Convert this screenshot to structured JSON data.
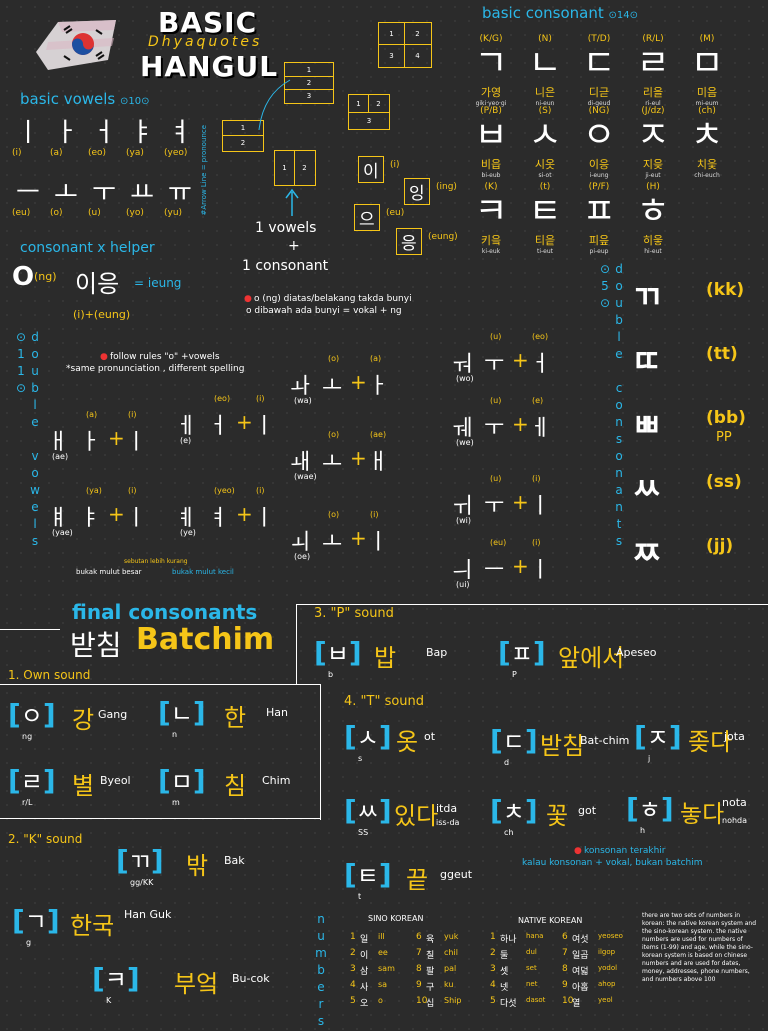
{
  "header": {
    "title_line1": "BASIC",
    "title_line2": "HANGUL",
    "signature": "Dhyaquotes"
  },
  "colors": {
    "accent_blue": "#2bb7e8",
    "accent_yellow": "#f5c518",
    "accent_red": "#e33333",
    "background": "#2b2b2b"
  },
  "icons": [
    "korea-flag-icon",
    "arrow-icon",
    "bullet-dot-icon"
  ],
  "vowels": {
    "title": "basic vowels",
    "count": "⊙10⊙",
    "row1": [
      {
        "j": "ㅣ",
        "r": "(i)"
      },
      {
        "j": "ㅏ",
        "r": "(a)"
      },
      {
        "j": "ㅓ",
        "r": "(eo)"
      },
      {
        "j": "ㅑ",
        "r": "(ya)"
      },
      {
        "j": "ㅕ",
        "r": "(yeo)"
      }
    ],
    "row2": [
      {
        "j": "ㅡ",
        "r": "(eu)"
      },
      {
        "j": "ㅗ",
        "r": "(o)"
      },
      {
        "j": "ㅜ",
        "r": "(u)"
      },
      {
        "j": "ㅛ",
        "r": "(yo)"
      },
      {
        "j": "ㅠ",
        "r": "(yu)"
      }
    ]
  },
  "blocks": {
    "side_note": "#Arrow Line = pronounce",
    "formula_line1": "1 vowels",
    "formula_plus": "+",
    "formula_line2": "1 consonant",
    "nums": [
      "1",
      "2",
      "3",
      "4"
    ],
    "examples": [
      {
        "k": "이",
        "r": "(i)"
      },
      {
        "k": "잉",
        "r": "(ing)"
      },
      {
        "k": "으",
        "r": "(eu)"
      },
      {
        "k": "응",
        "r": "(eung)"
      }
    ]
  },
  "consonants": {
    "title": "basic consonant",
    "count": "⊙14⊙",
    "items": [
      {
        "rom": "(K/G)",
        "j": "ㄱ",
        "ex": "가영",
        "exr": "giki·yeo·gi"
      },
      {
        "rom": "(N)",
        "j": "ㄴ",
        "ex": "니은",
        "exr": "ni-eun"
      },
      {
        "rom": "(T/D)",
        "j": "ㄷ",
        "ex": "디귿",
        "exr": "di-geud"
      },
      {
        "rom": "(R/L)",
        "j": "ㄹ",
        "ex": "리을",
        "exr": "ri-eul"
      },
      {
        "rom": "(M)",
        "j": "ㅁ",
        "ex": "미음",
        "exr": "mi-eum"
      },
      {
        "rom": "(P/B)",
        "j": "ㅂ",
        "ex": "비읍",
        "exr": "bi-eub"
      },
      {
        "rom": "(S)",
        "j": "ㅅ",
        "ex": "시옷",
        "exr": "si-ot"
      },
      {
        "rom": "(NG)",
        "j": "ㅇ",
        "ex": "이응",
        "exr": "i-eung"
      },
      {
        "rom": "(J/dz)",
        "j": "ㅈ",
        "ex": "지읒",
        "exr": "ji-eut"
      },
      {
        "rom": "(ch)",
        "j": "ㅊ",
        "ex": "치읓",
        "exr": "chi-euch"
      },
      {
        "rom": "(K)",
        "j": "ㅋ",
        "ex": "키읔",
        "exr": "ki-euk"
      },
      {
        "rom": "(t)",
        "j": "ㅌ",
        "ex": "티읕",
        "exr": "ti-eut"
      },
      {
        "rom": "(P/F)",
        "j": "ㅍ",
        "ex": "피읖",
        "exr": "pi-eup"
      },
      {
        "rom": "(H)",
        "j": "ㅎ",
        "ex": "히읗",
        "exr": "hi-eut"
      }
    ]
  },
  "helper": {
    "title": "consonant x helper",
    "o": "O",
    "ng": "(ng)",
    "word": "이응",
    "eq": "= ieung",
    "sub": "(i)+(eung)",
    "note1": "o (ng) diatas/belakang takda bunyi",
    "note2": "o dibawah ada bunyi = vokal + ng"
  },
  "double_vowels": {
    "vertical": "double vowels ⊙11⊙",
    "rule1": "follow rules \"o\" +vowels",
    "rule2": "*same pronunciation , different spelling",
    "items": [
      {
        "d": "ㅐ",
        "pr": "(ae)",
        "a": "ㅏ",
        "ar": "(a)",
        "b": "ㅣ",
        "br": "(i)"
      },
      {
        "d": "ㅔ",
        "pr": "(e)",
        "a": "ㅓ",
        "ar": "(eo)",
        "b": "ㅣ",
        "br": "(i)"
      },
      {
        "d": "ㅒ",
        "pr": "(yae)",
        "a": "ㅑ",
        "ar": "(ya)",
        "b": "ㅣ",
        "br": "(i)"
      },
      {
        "d": "ㅖ",
        "pr": "(ye)",
        "a": "ㅕ",
        "ar": "(yeo)",
        "b": "ㅣ",
        "br": "(i)"
      },
      {
        "d": "ㅘ",
        "pr": "(wa)",
        "a": "ㅗ",
        "ar": "(o)",
        "b": "ㅏ",
        "br": "(a)"
      },
      {
        "d": "ㅙ",
        "pr": "(wae)",
        "a": "ㅗ",
        "ar": "(o)",
        "b": "ㅐ",
        "br": "(ae)"
      },
      {
        "d": "ㅚ",
        "pr": "(oe)",
        "a": "ㅗ",
        "ar": "(o)",
        "b": "ㅣ",
        "br": "(i)"
      },
      {
        "d": "ㅝ",
        "pr": "(wo)",
        "a": "ㅜ",
        "ar": "(u)",
        "b": "ㅓ",
        "br": "(eo)"
      },
      {
        "d": "ㅞ",
        "pr": "(we)",
        "a": "ㅜ",
        "ar": "(u)",
        "b": "ㅔ",
        "br": "(e)"
      },
      {
        "d": "ㅟ",
        "pr": "(wi)",
        "a": "ㅜ",
        "ar": "(u)",
        "b": "ㅣ",
        "br": "(i)"
      },
      {
        "d": "ㅢ",
        "pr": "(ui)",
        "a": "ㅡ",
        "ar": "(eu)",
        "b": "ㅣ",
        "br": "(i)"
      }
    ],
    "mouth1": "bukak mulut besar",
    "mouth2": "bukak mulut kecil",
    "mouth_note": "sebutan lebih kurang"
  },
  "double_consonants": {
    "vertical": "double consonants ⊙5⊙",
    "items": [
      {
        "j": "ㄲ",
        "r": "(kk)"
      },
      {
        "j": "ㄸ",
        "r": "(tt)"
      },
      {
        "j": "ㅃ",
        "r": "(bb)",
        "r2": "PP"
      },
      {
        "j": "ㅆ",
        "r": "(ss)"
      },
      {
        "j": "ㅉ",
        "r": "(jj)"
      }
    ]
  },
  "batchim": {
    "title": "final consonants",
    "k": "받침",
    "r": "Batchim",
    "own": {
      "title": "1. Own sound",
      "items": [
        {
          "j": "ㅇ",
          "s": "ng",
          "w": "강",
          "r": "Gang"
        },
        {
          "j": "ㄴ",
          "s": "n",
          "w": "한",
          "r": "Han"
        },
        {
          "j": "ㄹ",
          "s": "r/L",
          "w": "별",
          "r": "Byeol"
        },
        {
          "j": "ㅁ",
          "s": "m",
          "w": "침",
          "r": "Chim"
        }
      ]
    },
    "k_sound": {
      "title": "2. \"K\" sound",
      "items": [
        {
          "j": "ㄲ",
          "s": "gg/KK",
          "w": "밖",
          "r": "Bak"
        },
        {
          "j": "ㄱ",
          "s": "g",
          "w": "한국",
          "r": "Han Guk"
        },
        {
          "j": "ㅋ",
          "s": "K",
          "w": "부엌",
          "r": "Bu-cok"
        }
      ]
    },
    "p_sound": {
      "title": "3. \"P\" sound",
      "items": [
        {
          "j": "ㅂ",
          "s": "b",
          "w": "밥",
          "r": "Bap"
        },
        {
          "j": "ㅍ",
          "s": "P",
          "w": "앞에서",
          "r": "Apeseo"
        }
      ]
    },
    "t_sound": {
      "title": "4. \"T\" sound",
      "items": [
        {
          "j": "ㅅ",
          "s": "s",
          "w": "옷",
          "r": "ot"
        },
        {
          "j": "ㄷ",
          "s": "d",
          "w": "받침",
          "r": "Bat-chim"
        },
        {
          "j": "ㅈ",
          "s": "j",
          "w": "좆다",
          "r": "jota"
        },
        {
          "j": "ㅆ",
          "s": "SS",
          "w": "있다",
          "r": "itda",
          "r2": "iss-da"
        },
        {
          "j": "ㅊ",
          "s": "ch",
          "w": "꽃",
          "r": "got"
        },
        {
          "j": "ㅎ",
          "s": "h",
          "w": "놓다",
          "r": "nota",
          "r2": "nohda"
        },
        {
          "j": "ㅌ",
          "s": "t",
          "w": "끝",
          "r": "ggeut"
        }
      ]
    },
    "note1": "konsonan terakhir",
    "note2": "kalau konsonan + vokal, bukan batchim"
  },
  "numbers": {
    "vertical": "numbers",
    "sino_title": "SINO KOREAN",
    "native_title": "NATIVE KOREAN",
    "sino": [
      {
        "n": "1",
        "k": "일",
        "r": "ill"
      },
      {
        "n": "2",
        "k": "이",
        "r": "ee"
      },
      {
        "n": "3",
        "k": "삼",
        "r": "sam"
      },
      {
        "n": "4",
        "k": "사",
        "r": "sa"
      },
      {
        "n": "5",
        "k": "오",
        "r": "o"
      },
      {
        "n": "6",
        "k": "육",
        "r": "yuk"
      },
      {
        "n": "7",
        "k": "칠",
        "r": "chil"
      },
      {
        "n": "8",
        "k": "팔",
        "r": "pal"
      },
      {
        "n": "9",
        "k": "구",
        "r": "ku"
      },
      {
        "n": "10",
        "k": "십",
        "r": "Ship"
      }
    ],
    "native": [
      {
        "n": "1",
        "k": "하나",
        "r": "hana"
      },
      {
        "n": "2",
        "k": "둘",
        "r": "dul"
      },
      {
        "n": "3",
        "k": "셋",
        "r": "set"
      },
      {
        "n": "4",
        "k": "넷",
        "r": "net"
      },
      {
        "n": "5",
        "k": "다섯",
        "r": "dasot"
      },
      {
        "n": "6",
        "k": "여섯",
        "r": "yeoseo"
      },
      {
        "n": "7",
        "k": "일곱",
        "r": "ilgop"
      },
      {
        "n": "8",
        "k": "여덟",
        "r": "yodol"
      },
      {
        "n": "9",
        "k": "아홉",
        "r": "ahop"
      },
      {
        "n": "10",
        "k": "열",
        "r": "yeol"
      }
    ],
    "note": "there are two sets of numbers in korean: the native korean system and the sino-korean system. the native numbers are used for numbers of items (1-99) and age, while the sino-korean system is based on chinese numbers and are used for dates, money, addresses, phone numbers, and numbers above 100"
  }
}
